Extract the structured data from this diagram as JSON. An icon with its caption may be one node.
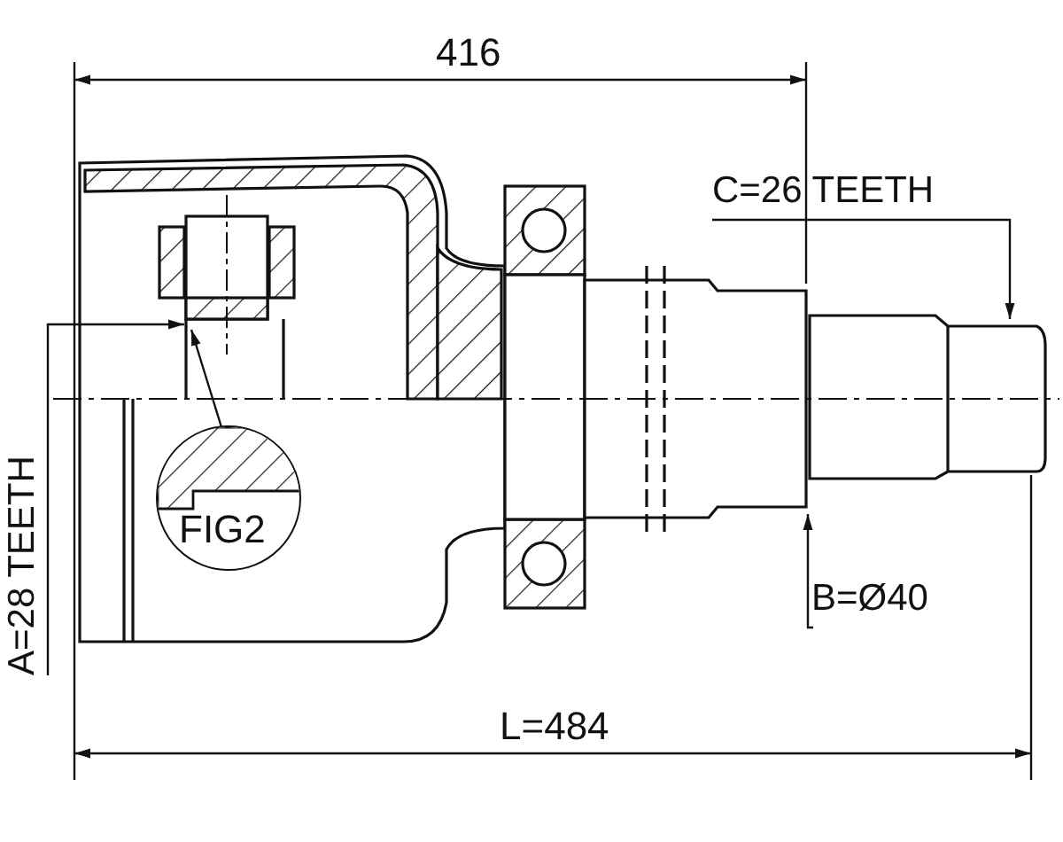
{
  "diagram": {
    "nodes": [
      {
        "text": [
          "A=28 TEETH"
        ]
      },
      {
        "text": [
          "FIG2"
        ]
      },
      {
        "text": [
          "C=26 TEETH"
        ]
      },
      {
        "text": [
          "B=Ø40"
        ]
      }
    ],
    "edges": [
      {
        "from": 0,
        "to": null,
        "arrow": "to"
      },
      {
        "from": 1,
        "to": null,
        "arrow": "to"
      },
      {
        "from": 2,
        "to": null,
        "arrow": "to"
      },
      {
        "from": 3,
        "to": null,
        "arrow": "to"
      }
    ],
    "labels": [
      "416",
      "L=484"
    ]
  }
}
